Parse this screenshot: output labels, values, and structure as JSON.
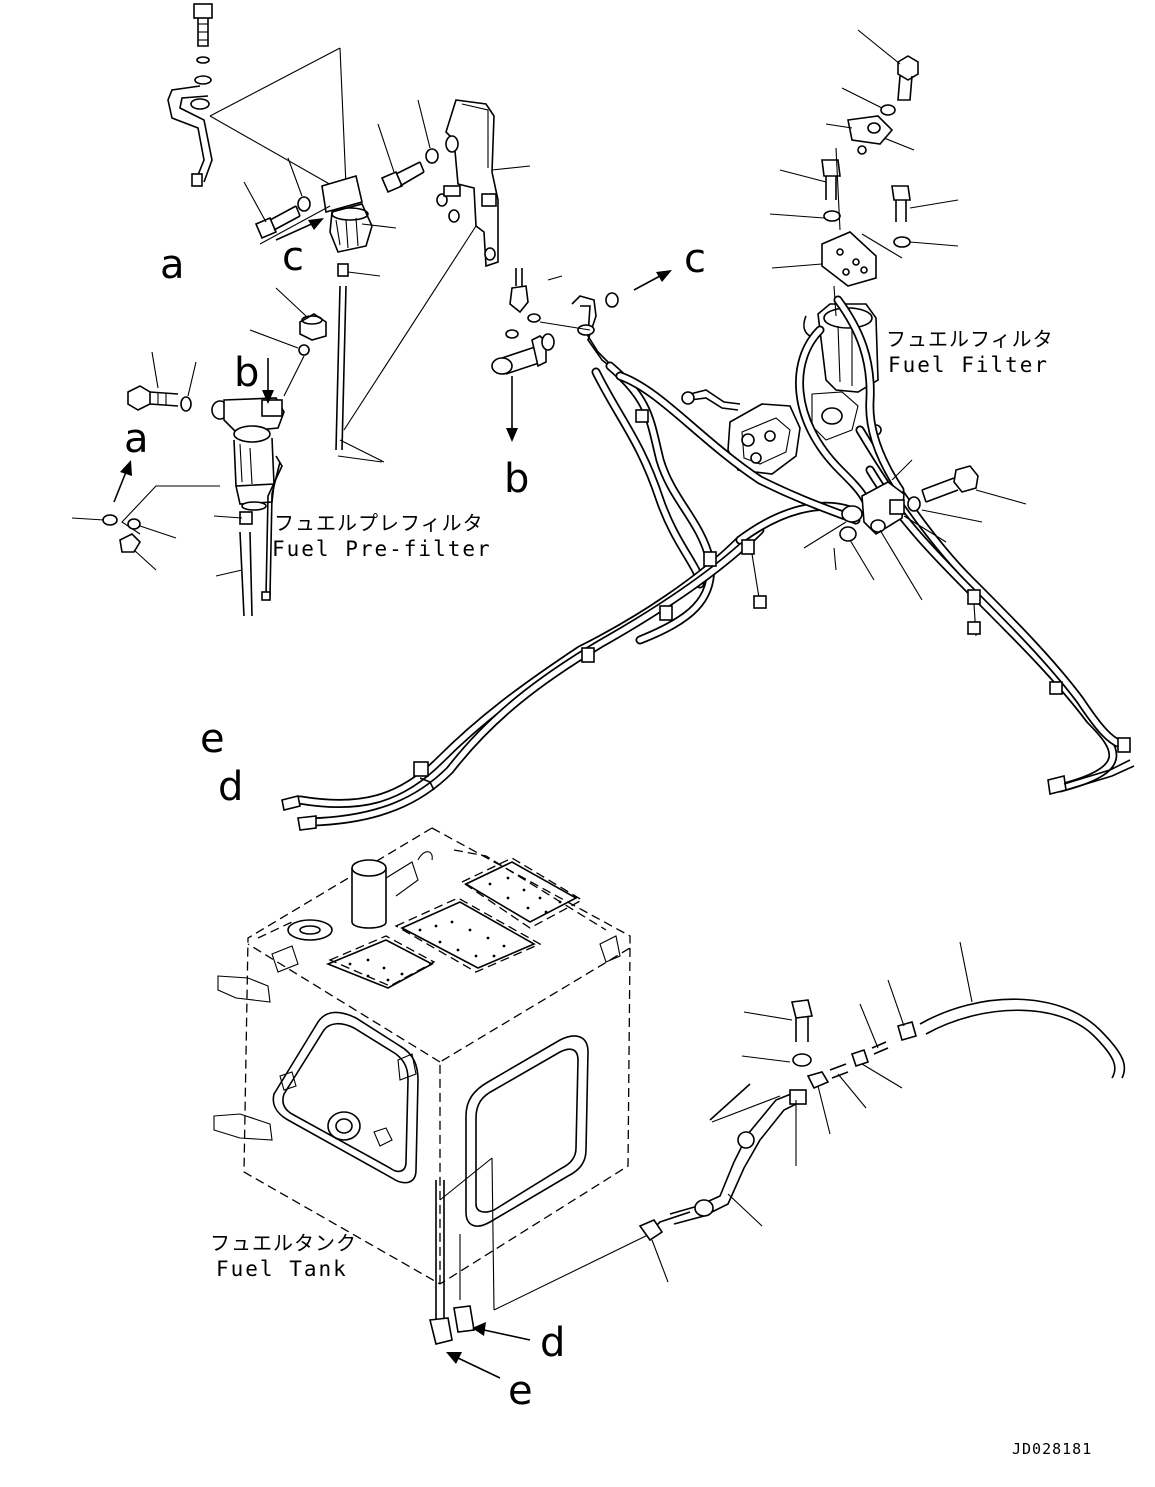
{
  "labels": {
    "fuel_filter_jp": "フュエルフィルタ",
    "fuel_filter_en": "Fuel Filter",
    "fuel_prefilter_jp": "フュエルプレフィルタ",
    "fuel_prefilter_en": "Fuel Pre-filter",
    "fuel_tank_jp": "フュエルタンク",
    "fuel_tank_en": "Fuel Tank"
  },
  "connection_markers": {
    "a_top": "a",
    "a_mid": "a",
    "b_top": "b",
    "b_mid": "b",
    "c_left": "c",
    "c_right": "c",
    "e_top": "e",
    "d_top": "d",
    "d_bottom": "d",
    "e_bottom": "e"
  },
  "drawing_code": "JD028181"
}
